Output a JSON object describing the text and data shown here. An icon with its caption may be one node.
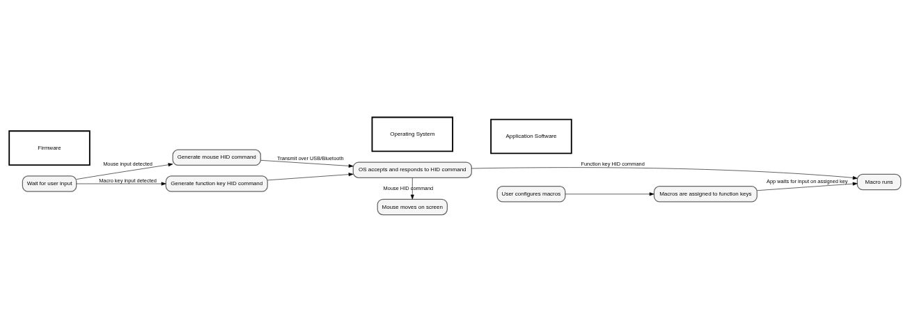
{
  "diagram": {
    "nodes": [
      {
        "text": [
          "Firmware"
        ]
      },
      {
        "text": [
          "Operating System"
        ]
      },
      {
        "text": [
          "Application Software"
        ]
      },
      {
        "text": [
          "Wait for user input"
        ]
      },
      {
        "text": [
          "Generate mouse HID command"
        ]
      },
      {
        "text": [
          "Generate function key HID command"
        ]
      },
      {
        "text": [
          "OS accepts and responds to HID command"
        ]
      },
      {
        "text": [
          "Mouse moves on screen"
        ]
      },
      {
        "text": [
          "User configures macros"
        ]
      },
      {
        "text": [
          "Macros are assigned to function keys"
        ]
      },
      {
        "text": [
          "Macro runs"
        ]
      }
    ],
    "edges": [
      {
        "from": 3,
        "to": 4,
        "arrow": "to",
        "label": "Mouse input detected"
      },
      {
        "from": 3,
        "to": 5,
        "arrow": "to",
        "label": "Macro key input detected"
      },
      {
        "from": 4,
        "to": 6,
        "arrow": "to",
        "label": "Transmit over USB/Bluetooth"
      },
      {
        "from": 5,
        "to": 6,
        "arrow": "to"
      },
      {
        "from": 6,
        "to": 10,
        "arrow": "to",
        "label": "Function key HID command"
      },
      {
        "from": 6,
        "to": 7,
        "arrow": "to",
        "label": "Mouse HID command"
      },
      {
        "from": 8,
        "to": 9,
        "arrow": "to"
      },
      {
        "from": 9,
        "to": 10,
        "arrow": "to",
        "label": "App waits for input on assigned key"
      }
    ]
  }
}
